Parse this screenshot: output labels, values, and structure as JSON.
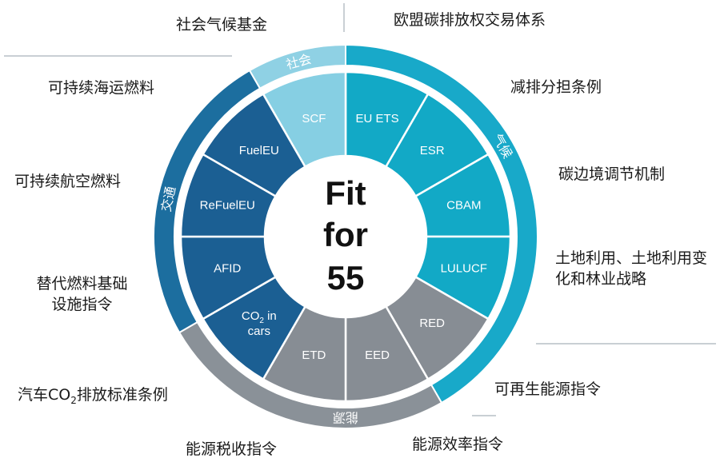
{
  "center": {
    "line1": "Fit",
    "line2": "for",
    "line3": "55"
  },
  "colors": {
    "climate_ring": "#18a9c9",
    "climate_seg": "#12a9c6",
    "transport_ring": "#1c6e9f",
    "transport_seg": "#1b5f93",
    "social_ring": "#8fd1e4",
    "social_seg": "#86cfe3",
    "energy_ring": "#8a9198",
    "energy_seg": "#878d94",
    "separator": "#ffffff",
    "connector": "#c9cfd4"
  },
  "ring_labels": {
    "social": "社会",
    "climate": "气候",
    "transport": "交通",
    "energy": "能源"
  },
  "segments": [
    {
      "key": "eu_ets",
      "label": "EU ETS",
      "group": "climate"
    },
    {
      "key": "esr",
      "label": "ESR",
      "group": "climate"
    },
    {
      "key": "cbam",
      "label": "CBAM",
      "group": "climate"
    },
    {
      "key": "lulucf",
      "label": "LULUCF",
      "group": "climate"
    },
    {
      "key": "red",
      "label": "RED",
      "group": "energy"
    },
    {
      "key": "eed",
      "label": "EED",
      "group": "energy"
    },
    {
      "key": "etd",
      "label": "ETD",
      "group": "energy"
    },
    {
      "key": "co2cars",
      "label": "CO2 in cars",
      "group": "transport"
    },
    {
      "key": "afid",
      "label": "AFID",
      "group": "transport"
    },
    {
      "key": "refueleu",
      "label": "ReFuelEU",
      "group": "transport"
    },
    {
      "key": "fueleu",
      "label": "FuelEU",
      "group": "transport"
    },
    {
      "key": "scf",
      "label": "SCF",
      "group": "social"
    }
  ],
  "outer_labels": {
    "social_fund": "社会气候基金",
    "eu_ets": "欧盟碳排放权交易体系",
    "esr": "减排分担条例",
    "cbam": "碳边境调节机制",
    "lulucf": "土地利用、土地利用变化和林业战略",
    "red": "可再生能源指令",
    "eed": "能源效率指令",
    "etd": "能源税收指令",
    "co2cars_prefix": "汽车CO",
    "co2cars_sub": "2",
    "co2cars_suffix": "排放标准条例",
    "afid": "替代燃料基础设施指令",
    "refueleu": "可持续航空燃料",
    "fueleu": "可持续海运燃料"
  }
}
